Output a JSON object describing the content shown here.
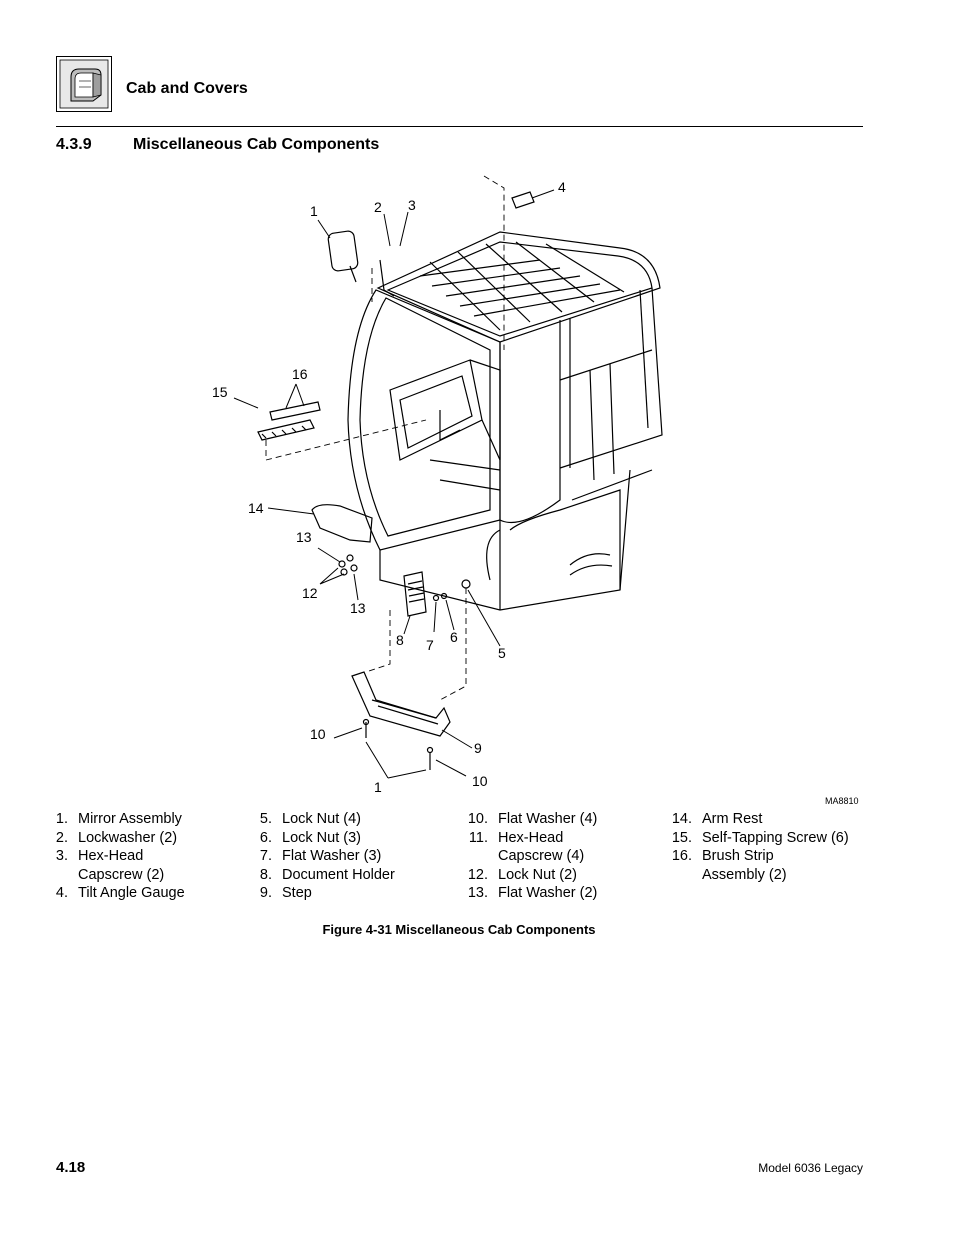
{
  "header": {
    "chapter_title": "Cab and Covers",
    "thumbnail_icon": "cab-illustration-icon"
  },
  "section": {
    "number": "4.3.9",
    "title": "Miscellaneous Cab Components"
  },
  "figure": {
    "callouts": [
      "1",
      "2",
      "3",
      "4",
      "16",
      "15",
      "14",
      "13",
      "12",
      "13",
      "8",
      "7",
      "6",
      "5",
      "10",
      "9",
      "1",
      "10"
    ],
    "drawing_code": "MA8810",
    "caption": "Figure 4-31  Miscellaneous Cab Components"
  },
  "legend": {
    "columns": [
      [
        {
          "num": "1.",
          "text": "Mirror Assembly"
        },
        {
          "num": "2.",
          "text": "Lockwasher (2)"
        },
        {
          "num": "3.",
          "text": "Hex-Head"
        },
        {
          "num": "",
          "text": "Capscrew (2)"
        },
        {
          "num": "4.",
          "text": "Tilt Angle Gauge"
        }
      ],
      [
        {
          "num": "5.",
          "text": "Lock Nut (4)"
        },
        {
          "num": "6.",
          "text": "Lock Nut (3)"
        },
        {
          "num": "7.",
          "text": "Flat Washer (3)"
        },
        {
          "num": "8.",
          "text": "Document Holder"
        },
        {
          "num": "9.",
          "text": "Step"
        }
      ],
      [
        {
          "num": "10.",
          "text": "Flat Washer (4)"
        },
        {
          "num": "11.",
          "text": "Hex-Head"
        },
        {
          "num": "",
          "text": "Capscrew (4)"
        },
        {
          "num": "12.",
          "text": "Lock Nut (2)"
        },
        {
          "num": "13.",
          "text": "Flat Washer (2)"
        }
      ],
      [
        {
          "num": "14.",
          "text": "Arm Rest"
        },
        {
          "num": "15.",
          "text": "Self-Tapping Screw (6)"
        },
        {
          "num": "16.",
          "text": "Brush Strip"
        },
        {
          "num": "",
          "text": "Assembly (2)"
        }
      ]
    ]
  },
  "footer": {
    "page_number": "4.18",
    "model": "Model  6036 Legacy"
  }
}
